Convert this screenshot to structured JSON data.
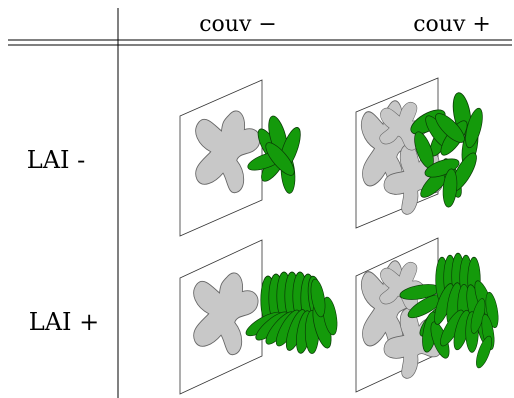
{
  "table": {
    "column_headers": [
      "couv −",
      "couv +"
    ],
    "row_headers": [
      "LAI -",
      "LAI +"
    ]
  },
  "colors": {
    "leaf_fill": "#149a0b",
    "leaf_stroke": "#0a3a06",
    "ground_fill": "#c8c8c8",
    "ground_stroke": "#666666",
    "rule": "#000000"
  },
  "cells": [
    {
      "row": "LAI -",
      "column": "couv −",
      "ground_patches": 1,
      "leaf_clumps": 1
    },
    {
      "row": "LAI -",
      "column": "couv +",
      "ground_patches": 3,
      "leaf_clumps": 3
    },
    {
      "row": "LAI +",
      "column": "couv −",
      "ground_patches": 1,
      "leaf_clumps": 1
    },
    {
      "row": "LAI +",
      "column": "couv +",
      "ground_patches": 3,
      "leaf_clumps": 3
    }
  ]
}
